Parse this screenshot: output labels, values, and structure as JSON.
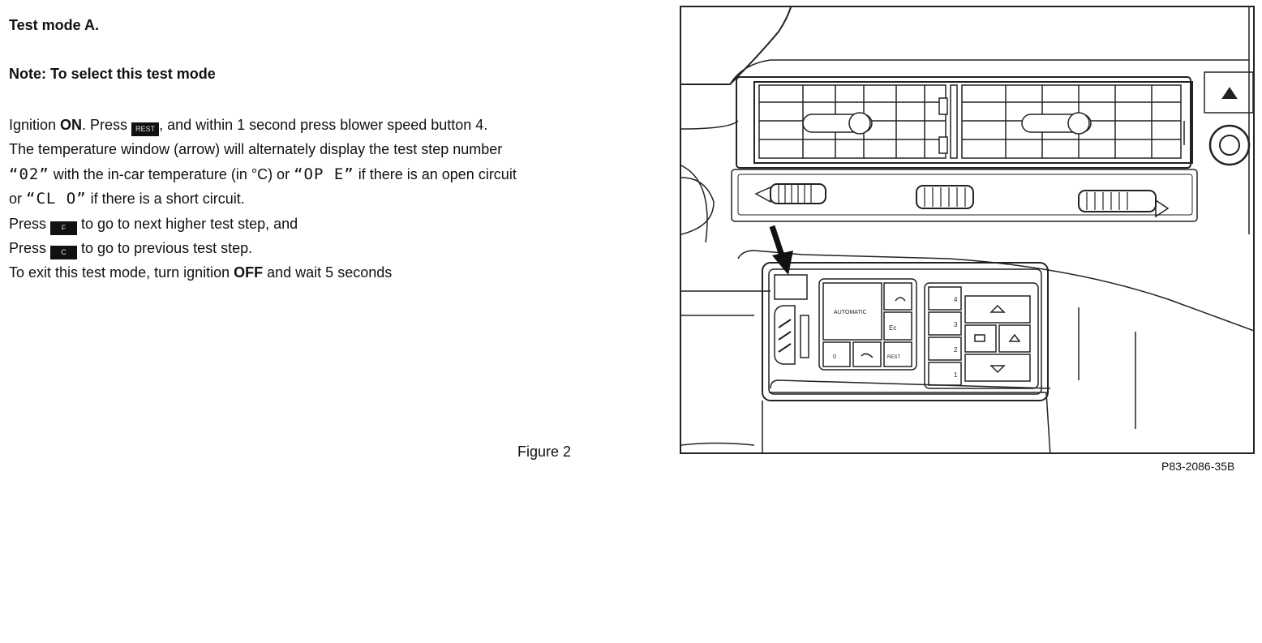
{
  "title": "Test mode A.",
  "note": "Note: To select this test mode",
  "lines": {
    "l1": {
      "a": "Ignition ",
      "b": "ON",
      "c": ". Press ",
      "btn": "REST",
      "d": ", and within 1 second press blower speed button 4."
    },
    "l2": {
      "a": "The temperature window (arrow) will alternately display the test step number"
    },
    "l3": {
      "q1": "“02”",
      "a": " with the in-car temperature (in °C) or ",
      "q2": "“OP E”",
      "b": " if there is an open circuit"
    },
    "l4": {
      "a": "or ",
      "q": "“CL O”",
      "b": " if there is a short circuit."
    },
    "l5": {
      "a": "Press ",
      "btn": "F",
      "b": " to go to next higher test step, and"
    },
    "l6": {
      "a": "Press ",
      "btn": "C",
      "b": " to go to previous test step."
    },
    "l7": {
      "a": "To exit this test mode, turn ignition ",
      "b": "OFF",
      "c": " and wait 5 seconds"
    }
  },
  "figure": {
    "caption": "Figure 2",
    "reference": "P83-2086-35B",
    "labels": {
      "automatic": "AUTOMATIC",
      "rest": "REST",
      "ec": "Ec",
      "zero": "0",
      "b4": "4",
      "b3": "3",
      "b2": "2",
      "b1": "1"
    }
  }
}
